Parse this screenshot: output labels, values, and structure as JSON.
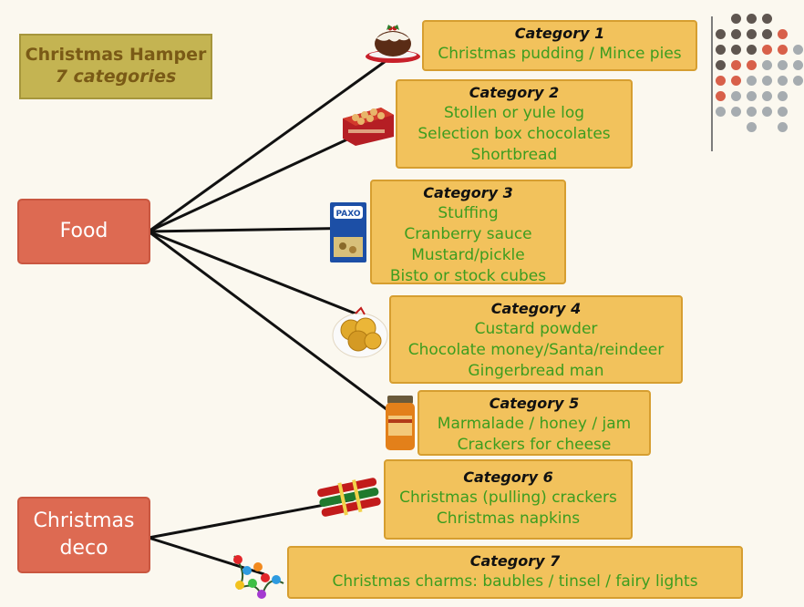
{
  "title": {
    "line1": "Christmas Hamper",
    "line2": "7 categories"
  },
  "roots": [
    {
      "id": "food",
      "label": "Food"
    },
    {
      "id": "deco",
      "label": "Christmas deco"
    }
  ],
  "categories": [
    {
      "title": "Category 1",
      "items": [
        "Christmas pudding / Mince pies"
      ],
      "image": "christmas-pudding-icon"
    },
    {
      "title": "Category 2",
      "items": [
        "Stollen or yule log",
        "Selection box chocolates",
        "Shortbread"
      ],
      "image": "biscuit-tin-icon"
    },
    {
      "title": "Category 3",
      "items": [
        "Stuffing",
        "Cranberry sauce",
        "Mustard/pickle",
        "Bisto or stock cubes"
      ],
      "image": "stuffing-box-icon"
    },
    {
      "title": "Category 4",
      "items": [
        "Custard powder",
        "Chocolate money/Santa/reindeer",
        "Gingerbread man"
      ],
      "image": "chocolate-coins-icon"
    },
    {
      "title": "Category 5",
      "items": [
        "Marmalade / honey / jam",
        "Crackers for cheese"
      ],
      "image": "jam-jar-icon"
    },
    {
      "title": "Category 6",
      "items": [
        "Christmas (pulling) crackers",
        "Christmas napkins"
      ],
      "image": "christmas-crackers-icon"
    },
    {
      "title": "Category 7",
      "items": [
        "Christmas charms: baubles / tinsel / fairy lights"
      ],
      "image": "fairy-lights-icon"
    }
  ],
  "colors": {
    "title_fill": "#c4b452",
    "root_fill": "#dd6a52",
    "category_fill": "#f2c25c",
    "item_text": "#3c9d1f",
    "connector": "#111111"
  }
}
